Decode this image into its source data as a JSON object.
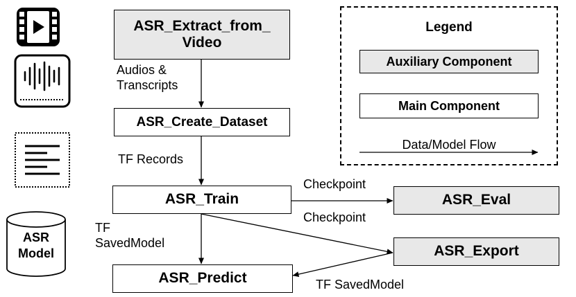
{
  "nodes": {
    "extract": "ASR_Extract_from_ Video",
    "create_dataset": "ASR_Create_Dataset",
    "train": "ASR_Train",
    "predict": "ASR_Predict",
    "eval": "ASR_Eval",
    "export": "ASR_Export"
  },
  "edges": {
    "audios_line1": "Audios &",
    "audios_line2": "Transcripts",
    "tf_records": "TF Records",
    "checkpoint_eval": "Checkpoint",
    "checkpoint_export": "Checkpoint",
    "tf_line1": "TF",
    "tf_line2": "SavedModel",
    "tf_savedmodel_export": "TF SavedModel"
  },
  "legend": {
    "title": "Legend",
    "auxiliary": "Auxiliary Component",
    "main": "Main Component",
    "flow": "Data/Model Flow"
  },
  "icons": {
    "model_line1": "ASR",
    "model_line2": "Model"
  },
  "colors": {
    "auxiliary_fill": "#e8e8e8",
    "main_fill": "#ffffff",
    "stroke": "#000000"
  }
}
